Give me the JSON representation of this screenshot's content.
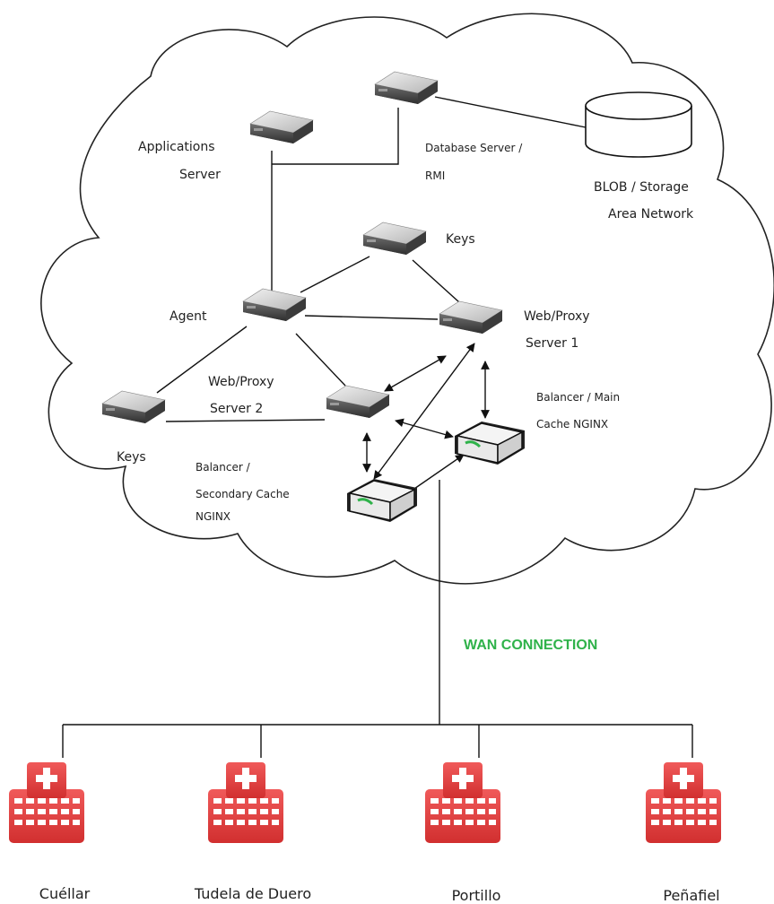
{
  "nodes": {
    "app_server": [
      "Applications",
      "Server"
    ],
    "db_server": [
      "Database Server /",
      "RMI"
    ],
    "blob_storage": [
      "BLOB / Storage",
      "Area Network"
    ],
    "keys_top": [
      "Keys"
    ],
    "agent": [
      "Agent"
    ],
    "web_proxy_1": [
      "Web/Proxy",
      "Server 1"
    ],
    "web_proxy_2": [
      "Web/Proxy",
      "Server 2"
    ],
    "keys_left": [
      "Keys"
    ],
    "balancer_main": [
      "Balancer / Main",
      "Cache NGINX"
    ],
    "balancer_secondary": [
      "Balancer /",
      "Secondary Cache",
      "NGINX"
    ]
  },
  "wan_label": "WAN CONNECTION",
  "sites": [
    "Cuéllar",
    "Tudela de Duero",
    "Portillo",
    "Peñafiel"
  ],
  "colors": {
    "wan": "#2fb24a",
    "hospital": "#e53939",
    "line": "#222222"
  }
}
